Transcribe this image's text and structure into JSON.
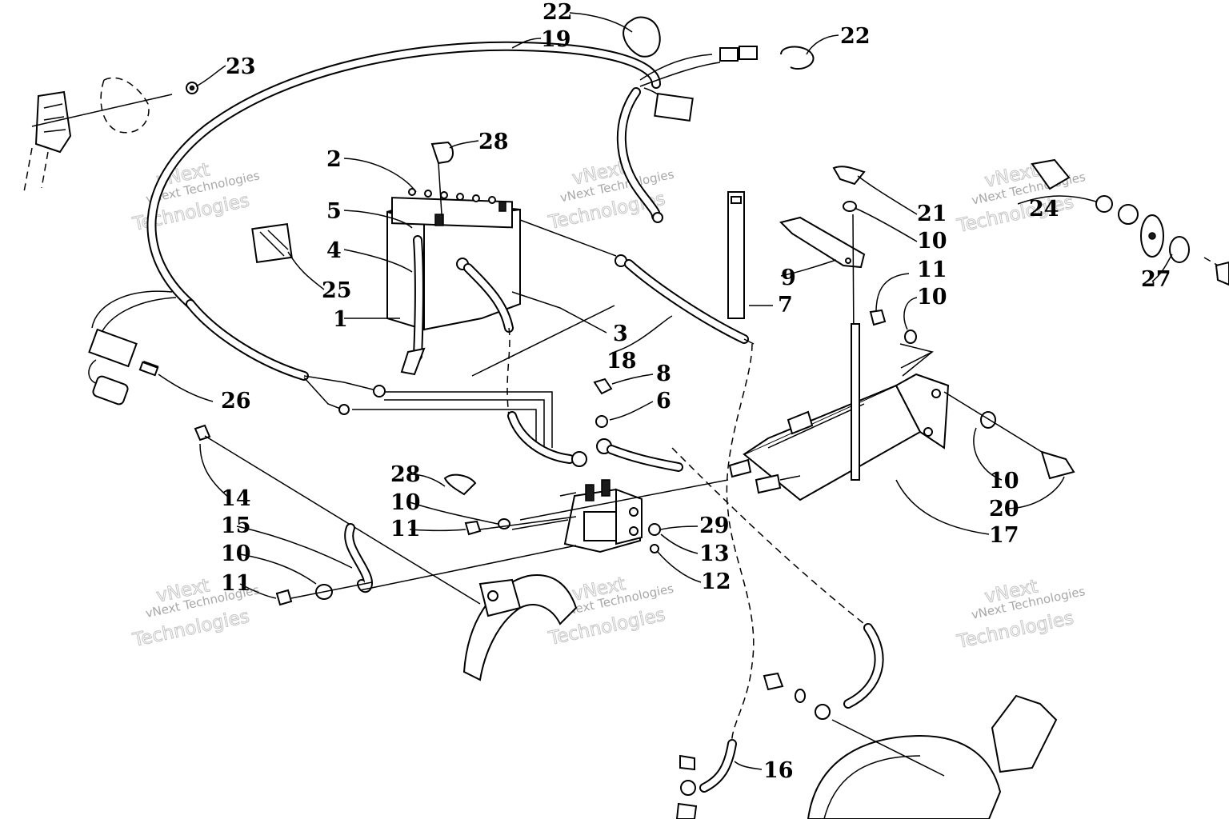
{
  "diagram": {
    "callouts": [
      {
        "id": "c1",
        "label": "1"
      },
      {
        "id": "c2",
        "label": "2"
      },
      {
        "id": "c3",
        "label": "3"
      },
      {
        "id": "c4",
        "label": "4"
      },
      {
        "id": "c5",
        "label": "5"
      },
      {
        "id": "c6",
        "label": "6"
      },
      {
        "id": "c7",
        "label": "7"
      },
      {
        "id": "c8",
        "label": "8"
      },
      {
        "id": "c9",
        "label": "9"
      },
      {
        "id": "c10a",
        "label": "10"
      },
      {
        "id": "c10b",
        "label": "10"
      },
      {
        "id": "c10c",
        "label": "10"
      },
      {
        "id": "c10d",
        "label": "10"
      },
      {
        "id": "c10e",
        "label": "10"
      },
      {
        "id": "c11a",
        "label": "11"
      },
      {
        "id": "c11b",
        "label": "11"
      },
      {
        "id": "c11c",
        "label": "11"
      },
      {
        "id": "c12",
        "label": "12"
      },
      {
        "id": "c13",
        "label": "13"
      },
      {
        "id": "c14",
        "label": "14"
      },
      {
        "id": "c15",
        "label": "15"
      },
      {
        "id": "c16",
        "label": "16"
      },
      {
        "id": "c17",
        "label": "17"
      },
      {
        "id": "c18",
        "label": "18"
      },
      {
        "id": "c19",
        "label": "19"
      },
      {
        "id": "c20",
        "label": "20"
      },
      {
        "id": "c21",
        "label": "21"
      },
      {
        "id": "c22a",
        "label": "22"
      },
      {
        "id": "c22b",
        "label": "22"
      },
      {
        "id": "c23",
        "label": "23"
      },
      {
        "id": "c24",
        "label": "24"
      },
      {
        "id": "c25",
        "label": "25"
      },
      {
        "id": "c26",
        "label": "26"
      },
      {
        "id": "c27",
        "label": "27"
      },
      {
        "id": "c28a",
        "label": "28"
      },
      {
        "id": "c28b",
        "label": "28"
      },
      {
        "id": "c29",
        "label": "29"
      }
    ]
  },
  "watermark": {
    "line1": "vNext",
    "line2": "vNext Technologies",
    "line3": "Technologies"
  }
}
